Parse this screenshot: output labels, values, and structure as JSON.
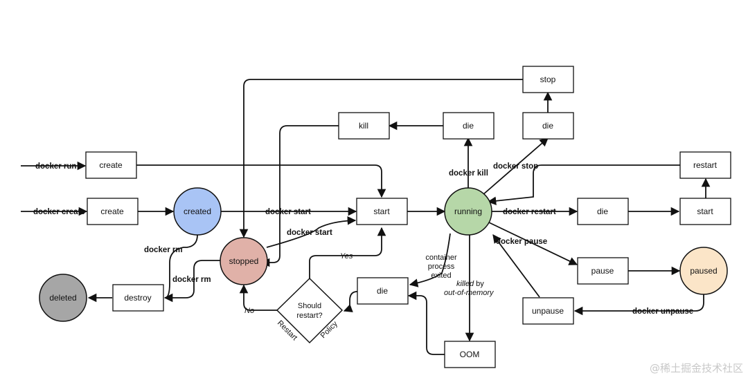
{
  "colors": {
    "created": "#a9c4f5",
    "running": "#b6d7a8",
    "stopped": "#e0b1a8",
    "paused": "#fbe5c8",
    "deleted": "#a6a6a6"
  },
  "states": {
    "created": "created",
    "running": "running",
    "stopped": "stopped",
    "paused": "paused",
    "deleted": "deleted"
  },
  "events": {
    "stop": "stop",
    "kill": "kill",
    "die_kill": "die",
    "die_stop": "die",
    "restart": "restart",
    "create_run": "create",
    "create_create": "create",
    "start_main": "start",
    "start_restart": "start",
    "die_restart": "die",
    "destroy": "destroy",
    "die_exit": "die",
    "pause": "pause",
    "unpause": "unpause",
    "oom": "OOM"
  },
  "decision": {
    "line1": "Should",
    "line2": "restart?",
    "restart_label": "Restart",
    "policy_label": "Policy",
    "yes": "Yes",
    "no": "No"
  },
  "commands": {
    "run": "docker run",
    "create": "docker create",
    "start_from_created": "docker start",
    "start_from_stopped": "docker start",
    "rm_created": "docker rm",
    "rm_stopped": "docker rm",
    "kill": "docker kill",
    "stop": "docker stop",
    "restart": "docker restart",
    "pause": "docker pause",
    "unpause": "docker unpause"
  },
  "notes": {
    "exit_line1": "container",
    "exit_line2": "process",
    "exit_line3": "exited",
    "oom_line1": "killed",
    "oom_line1_rest": "by",
    "oom_line2": "out-of-memory"
  },
  "watermark": "@稀土掘金技术社区"
}
